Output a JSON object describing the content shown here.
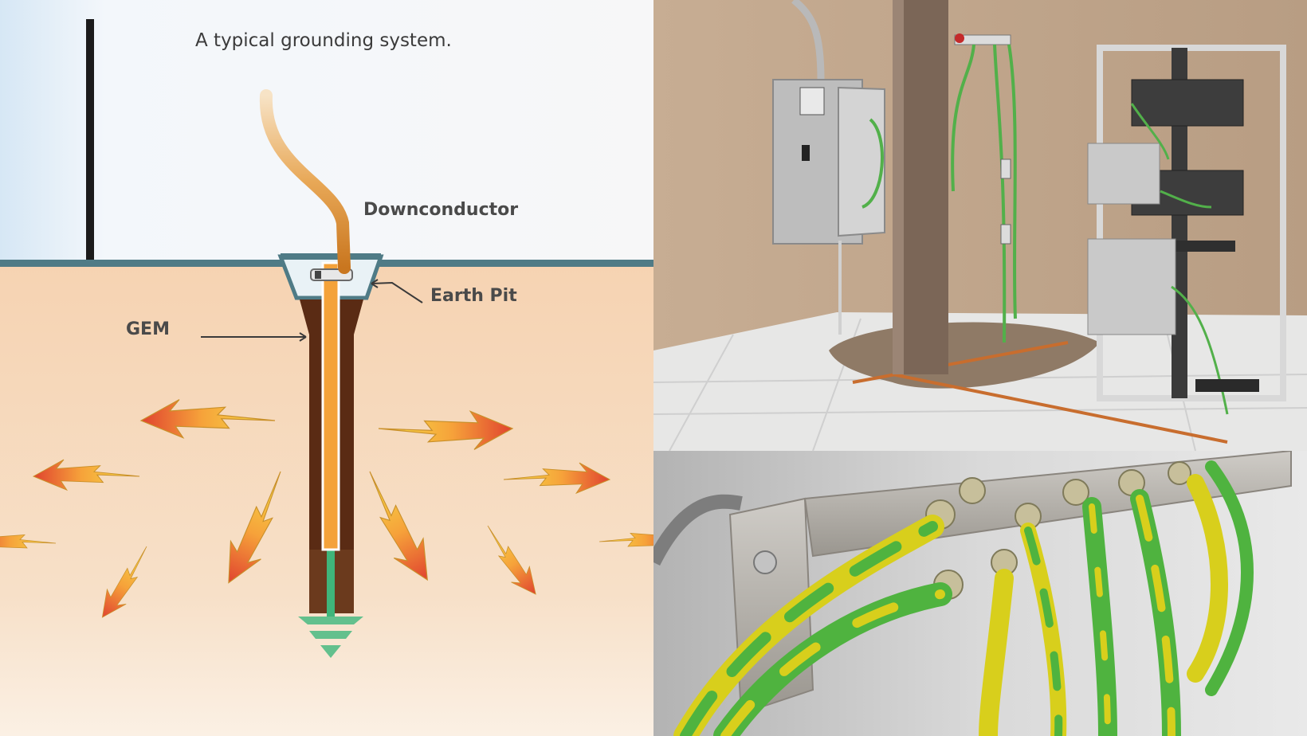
{
  "diagram": {
    "title": "A typical grounding system.",
    "labels": {
      "downconductor": "Downconductor",
      "earth_pit": "Earth Pit",
      "gem": "GEM"
    }
  },
  "colors": {
    "sky_top": "#ffffff",
    "sky_left": "#dbe9f4",
    "ground_line": "#4f7b86",
    "soil": "#f5d6b6",
    "gem_brown": "#5a2b14",
    "rod_orange": "#f4a23a",
    "earth_green": "#3fb57a",
    "cable_copper": "#d8892f",
    "ground_wire_green": "#52b04a",
    "wire_yellow": "#e4d21c",
    "busbar_steel": "#b7b2ab"
  },
  "icons": {
    "ground_symbol": "earth-ground-icon",
    "current_arrows": "lightning-arrow-icon"
  }
}
